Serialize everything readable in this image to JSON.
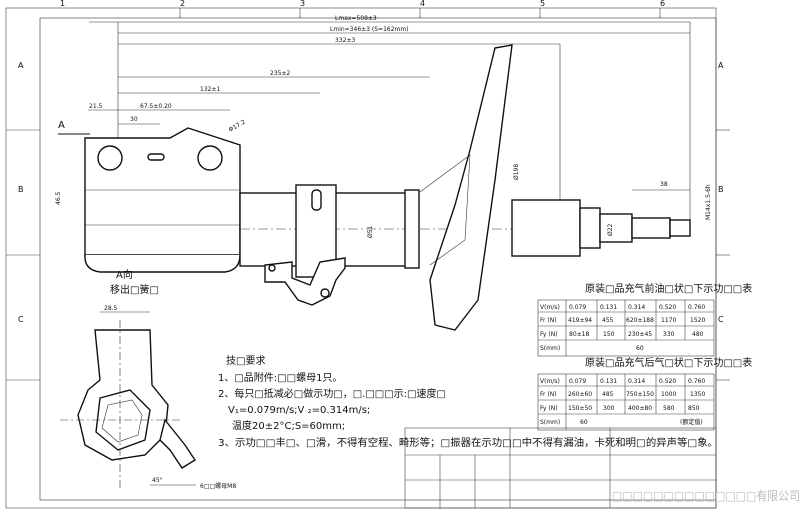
{
  "frame": {
    "col_labels": [
      "1",
      "2",
      "3",
      "4",
      "5",
      "6"
    ],
    "row_labels": [
      "A",
      "B",
      "C"
    ]
  },
  "dims": {
    "lmax": "Lmax=508±3",
    "lmin": "Lmin=346±3 (S=162mm)",
    "d332": "332±3",
    "d235": "235±2",
    "d132": "132±1",
    "d21_5": "21.5",
    "d67_5": "67.5±0.20",
    "d30": "30",
    "phi172": "Φ17.2",
    "phi51": "Ø51",
    "phi198": "Ø198",
    "d38": "38",
    "m14": "M14x1.5-6h",
    "phi22": "Ø22",
    "d46_5": "46.5",
    "d28_5": "28.5",
    "d45": "45°"
  },
  "labels": {
    "view_a": "A",
    "a_view": "A向",
    "move_out": "移出□簧□",
    "nut_m8": "6□□螺母M8"
  },
  "notes": {
    "title": "技□要求",
    "l1": "1、□品附件:□□螺母1只。",
    "l2": "2、每只□抵减必□做示功□，□.□□□示:□速度□",
    "l3": "V₁=0.079m/s;V   ₂=0.314m/s;",
    "l4": "温度20±2°C;S=60mm;",
    "l5": "3、示功□□丰□、□滑，不得有空程、畸形等；□振器在示功□□中不得有漏油，卡死和明□的异声等□象。"
  },
  "table1": {
    "title": "原装□品充气前油□状□下示功□□表",
    "rows": [
      [
        "V(m/s)",
        "0.079",
        "0.131",
        "0.314",
        "0.520",
        "0.760"
      ],
      [
        "Fr (N)",
        "419±94",
        "455",
        "620±188",
        "1170",
        "1520"
      ],
      [
        "Fy (N)",
        "80±18",
        "150",
        "230±45",
        "330",
        "480"
      ],
      [
        "S(mm)",
        "60"
      ]
    ]
  },
  "table2": {
    "title": "原装□品充气后气□状□下示功□□表",
    "rows": [
      [
        "V(m/s)",
        "0.079",
        "0.131",
        "0.314",
        "0.520",
        "0.760"
      ],
      [
        "Fr (N)",
        "260±60",
        "485",
        "750±150",
        "1000",
        "1350"
      ],
      [
        "Fy (N)",
        "150±50",
        "300",
        "400±80",
        "580",
        "850"
      ],
      [
        "S(mm)",
        "60",
        "",
        "",
        "",
        "(额定值)"
      ]
    ]
  },
  "title_block": {
    "company": "□□□□□□□□□□□□□□有限公司"
  }
}
